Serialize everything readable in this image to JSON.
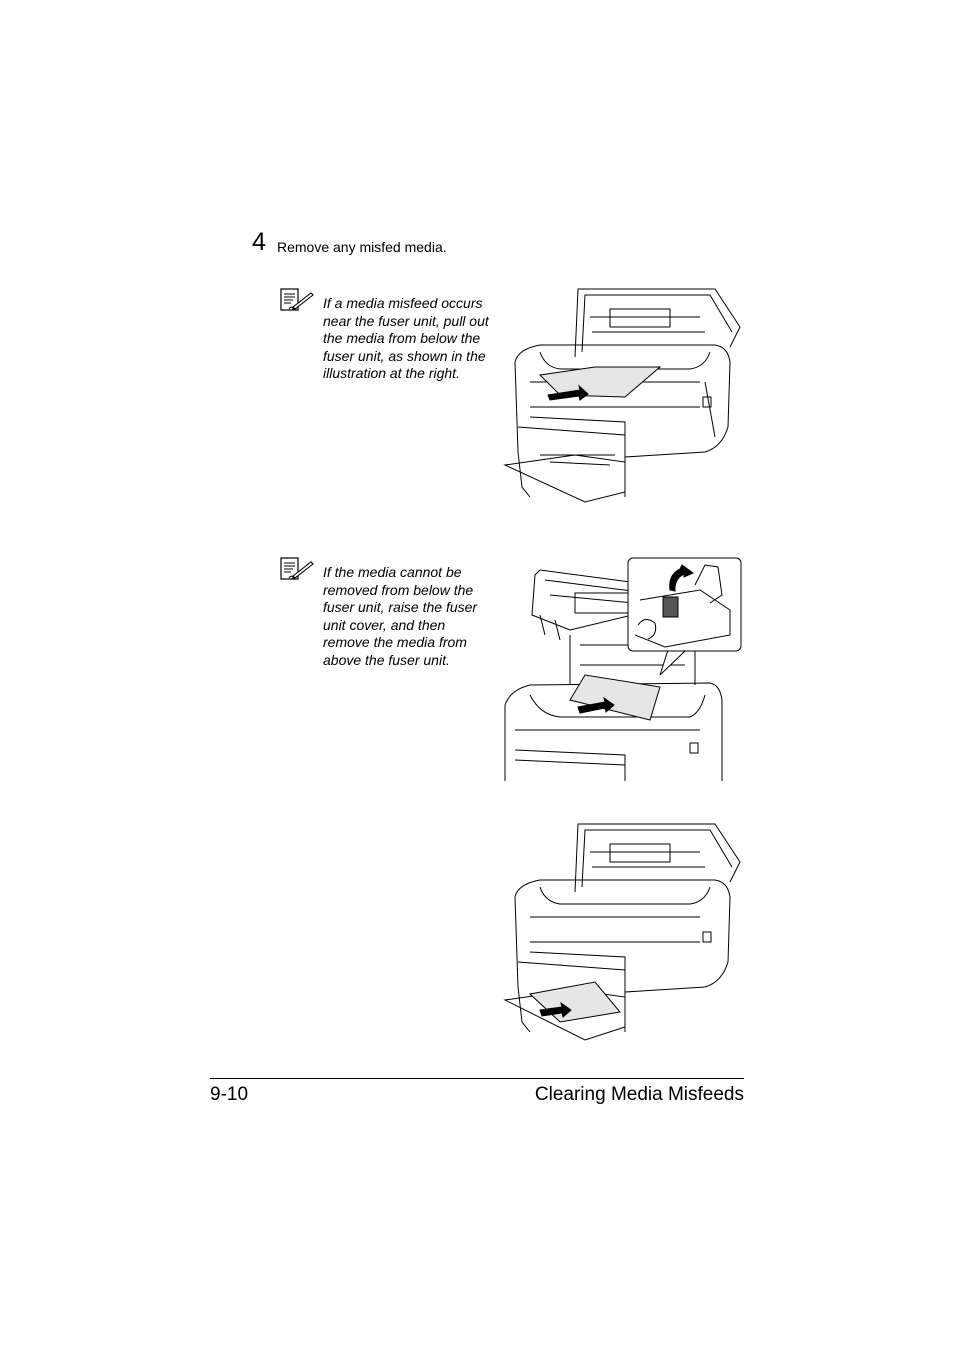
{
  "step": {
    "number": "4",
    "text": "Remove any misfed media."
  },
  "notes": [
    {
      "icon": "note-pencil-icon",
      "text": "If a media misfeed occurs near the fuser unit, pull out the media from below the fuser unit, as shown in the illustration at the right."
    },
    {
      "icon": "note-pencil-icon",
      "text": "If the media cannot be removed from below the fuser unit, raise the fuser unit cover, and then remove the media from above the fuser unit."
    }
  ],
  "illustrations": [
    "printer-fuser-open-icon",
    "printer-fuser-cover-raised-icon",
    "printer-output-tray-icon"
  ],
  "footer": {
    "page": "9-10",
    "title": "Clearing Media Misfeeds"
  }
}
